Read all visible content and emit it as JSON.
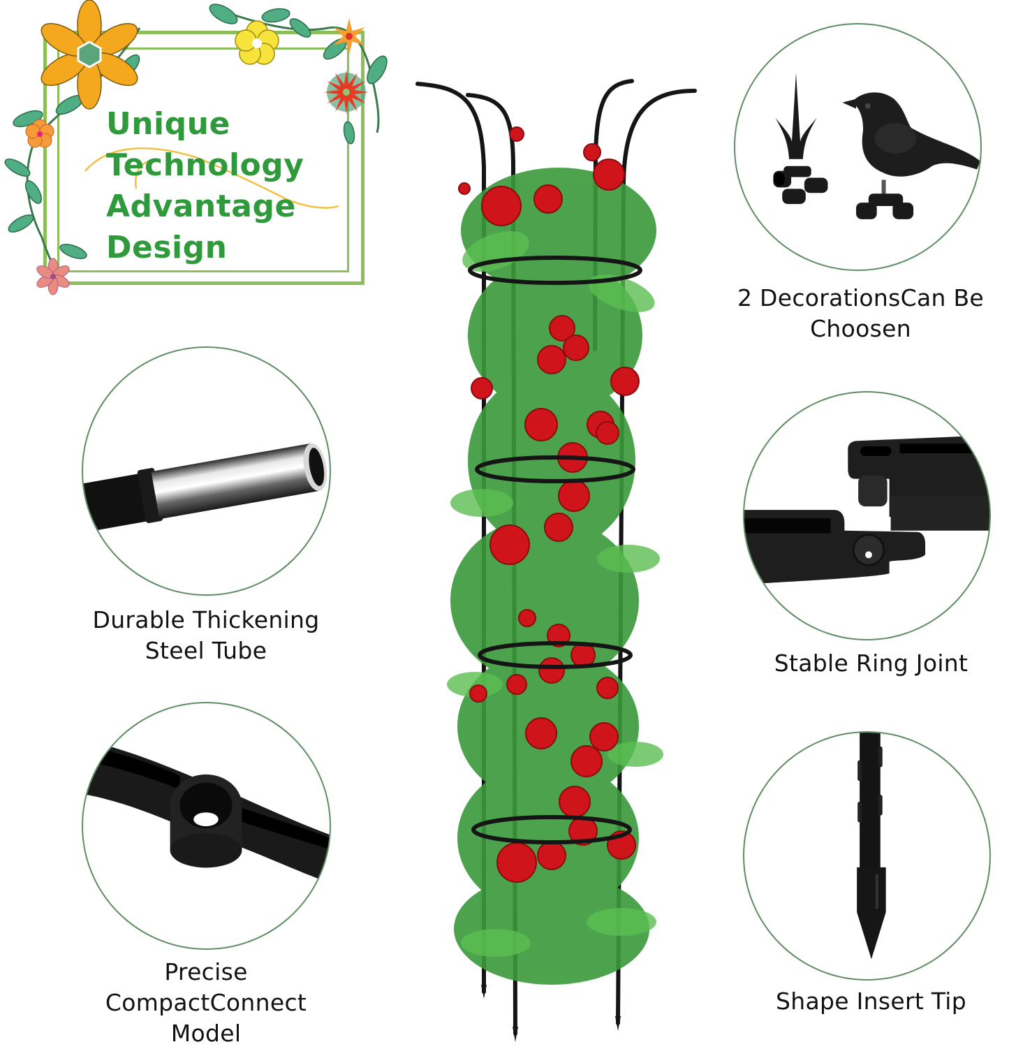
{
  "title_frame": {
    "lines": [
      "Unique",
      "Technology",
      "Advantage",
      "Design"
    ],
    "text_color": "#2f9a3b",
    "frame_color": "#8cbf5a"
  },
  "features": [
    {
      "id": "decorations",
      "icon": "bird-and-spike-finial-icon",
      "caption_lines": [
        "2 DecorationsCan Be",
        "Choosen"
      ]
    },
    {
      "id": "steel-tube",
      "icon": "steel-tube-icon",
      "caption_lines": [
        "Durable Thickening",
        "Steel Tube"
      ]
    },
    {
      "id": "ring-joint",
      "icon": "ring-joint-icon",
      "caption_lines": [
        "Stable Ring Joint"
      ]
    },
    {
      "id": "compact-connect",
      "icon": "ring-connector-icon",
      "caption_lines": [
        "Precise",
        "CompactConnect",
        "Model"
      ]
    },
    {
      "id": "insert-tip",
      "icon": "stake-tip-icon",
      "caption_lines": [
        "Shape Insert Tip"
      ]
    }
  ],
  "product": {
    "image": "rose-trellis-tower-icon",
    "rose_color": "#d0141c",
    "leaf_color": "#3a9a3a",
    "frame_color": "#151515"
  },
  "colors": {
    "circle_border": "#5f8c62",
    "caption_text": "#111111"
  }
}
